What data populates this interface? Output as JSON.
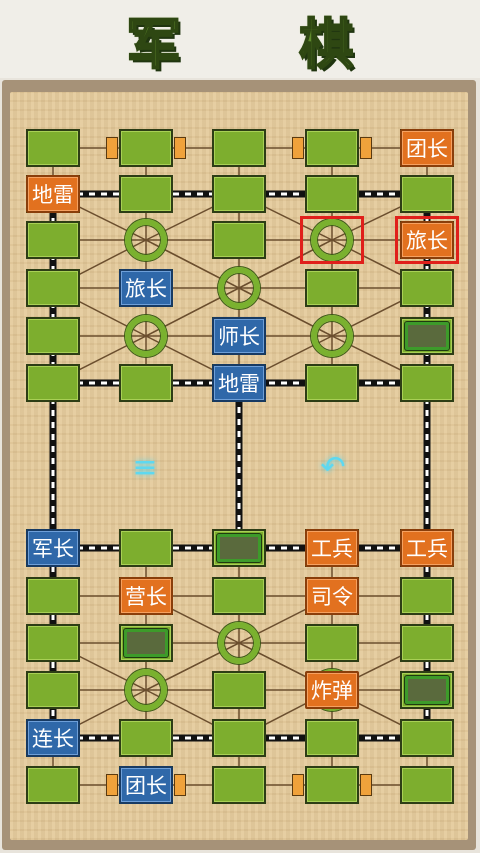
{
  "header": {
    "title": "军 棋"
  },
  "colors": {
    "orange": "#e2711f",
    "blue": "#2f68a9",
    "post": "#7dae2e",
    "camp": "#7ab12f",
    "select": "#e0201b"
  },
  "toolbar": {
    "menu_icon": "≡",
    "undo_icon": "↶"
  },
  "pieces": [
    {
      "label": "团长",
      "color": "orange",
      "col": 4,
      "row": 0
    },
    {
      "label": "地雷",
      "color": "orange",
      "col": 0,
      "row": 1
    },
    {
      "label": "旅长",
      "color": "orange",
      "col": 4,
      "row": 2
    },
    {
      "label": "旅长",
      "color": "blue",
      "col": 1,
      "row": 3
    },
    {
      "label": "师长",
      "color": "blue",
      "col": 2,
      "row": 4
    },
    {
      "label": "地雷",
      "color": "blue",
      "col": 2,
      "row": 5
    },
    {
      "label": "军长",
      "color": "blue",
      "col": 0,
      "row": 6
    },
    {
      "label": "工兵",
      "color": "orange",
      "col": 3,
      "row": 6
    },
    {
      "label": "工兵",
      "color": "orange",
      "col": 4,
      "row": 6
    },
    {
      "label": "营长",
      "color": "orange",
      "col": 1,
      "row": 7
    },
    {
      "label": "司令",
      "color": "orange",
      "col": 3,
      "row": 7
    },
    {
      "label": "炸弹",
      "color": "orange",
      "col": 3,
      "row": 9
    },
    {
      "label": "连长",
      "color": "blue",
      "col": 0,
      "row": 10
    },
    {
      "label": "团长",
      "color": "blue",
      "col": 1,
      "row": 11
    }
  ],
  "hidden_pieces": [
    {
      "col": 4,
      "row": 4
    },
    {
      "col": 2,
      "row": 6
    },
    {
      "col": 1,
      "row": 8
    },
    {
      "col": 4,
      "row": 9
    }
  ],
  "camps": [
    {
      "col": 1,
      "row": 2
    },
    {
      "col": 3,
      "row": 2
    },
    {
      "col": 2,
      "row": 3
    },
    {
      "col": 1,
      "row": 4
    },
    {
      "col": 3,
      "row": 4
    },
    {
      "col": 2,
      "row": 8
    },
    {
      "col": 1,
      "row": 9
    },
    {
      "col": 3,
      "row": 9
    }
  ],
  "selected": [
    {
      "col": 3,
      "row": 2
    },
    {
      "col": 4,
      "row": 2
    }
  ]
}
